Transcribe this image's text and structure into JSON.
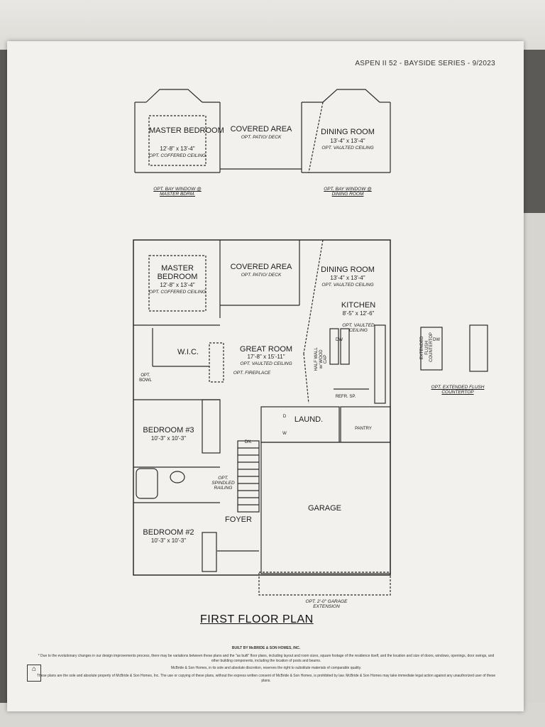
{
  "header": {
    "doc_title": "ASPEN II 52 - BAYSIDE SERIES - 9/2023"
  },
  "bay_option": {
    "master": {
      "name": "MASTER BEDROOM",
      "dims": "12'-8\" x 13'-4\"",
      "opt": "OPT. COFFERED CEILING"
    },
    "covered": {
      "name": "COVERED AREA",
      "opt": "OPT. PATIO/ DECK"
    },
    "dining": {
      "name": "DINING ROOM",
      "dims": "13'-4\" x 13'-4\"",
      "opt": "OPT. VAULTED CEILING"
    },
    "note_master": "OPT. BAY WINDOW @ MASTER BDRM.",
    "note_dining": "OPT. BAY WINDOW @ DINING ROOM"
  },
  "plan": {
    "master": {
      "name": "MASTER BEDROOM",
      "dims": "12'-8\" x 13'-4\"",
      "opt": "OPT. COFFERED CEILING"
    },
    "covered": {
      "name": "COVERED AREA",
      "opt": "OPT. PATIO/ DECK"
    },
    "dining": {
      "name": "DINING ROOM",
      "dims": "13'-4\" x 13'-4\"",
      "opt": "OPT. VAULTED CEILING"
    },
    "kitchen": {
      "name": "KITCHEN",
      "dims": "8'-5\" x 12'-6\"",
      "opt": "OPT. VAULTED CEILING"
    },
    "great": {
      "name": "GREAT ROOM",
      "dims": "17'-8\" x 15'-11\"",
      "opt": "OPT. VAULTED CEILING"
    },
    "fireplace": "OPT. FIREPLACE",
    "wic": "W.I.C.",
    "bowl": "OPT. BOWL",
    "half_wall": "HALF WALL w/ WOOD CAP",
    "dw": "DW",
    "refr": "REFR. SP.",
    "laund": "LAUND.",
    "pantry": "PANTRY",
    "d": "D",
    "w": "W",
    "dn": "DN.",
    "railing": "OPT. SPINDLED RAILING",
    "bed3": {
      "name": "BEDROOM #3",
      "dims": "10'-3\" x 10'-3\""
    },
    "bed2": {
      "name": "BEDROOM #2",
      "dims": "10'-3\" x 10'-3\""
    },
    "foyer": "FOYER",
    "garage": "GARAGE",
    "garage_ext": "OPT. 2'-0\" GARAGE EXTENSION"
  },
  "counter_option": {
    "note": "OPT. EXTENDED FLUSH COUNTERTOP",
    "dw": "DW",
    "label": "EXTENDED FLUSH COUNTERTOP"
  },
  "footer": {
    "title": "FIRST FLOOR PLAN",
    "builder": "BUILT BY McBRIDE & SON HOMES, INC.",
    "line1": "* Due to the evolutionary changes in our design improvements process, there may be variations between these plans and the \"as built\" floor plans, including layout and room sizes, square footage of the residence itself, and the location and size of doors, windows, openings, door swings, and other building components, including the location of posts and beams.",
    "line2": "McBride & Son Homes, in its sole and absolute discretion, reserves the right to substitute materials of comparable quality.",
    "line3": "These plans are the sole and absolute property of McBride & Son Homes, Inc. The use or copying of these plans, without the express written consent of McBride & Son Homes, is prohibited by law. McBride & Son Homes may take immediate legal action against any unauthorized user of these plans.",
    "eho_icon": "equal-housing-icon"
  }
}
